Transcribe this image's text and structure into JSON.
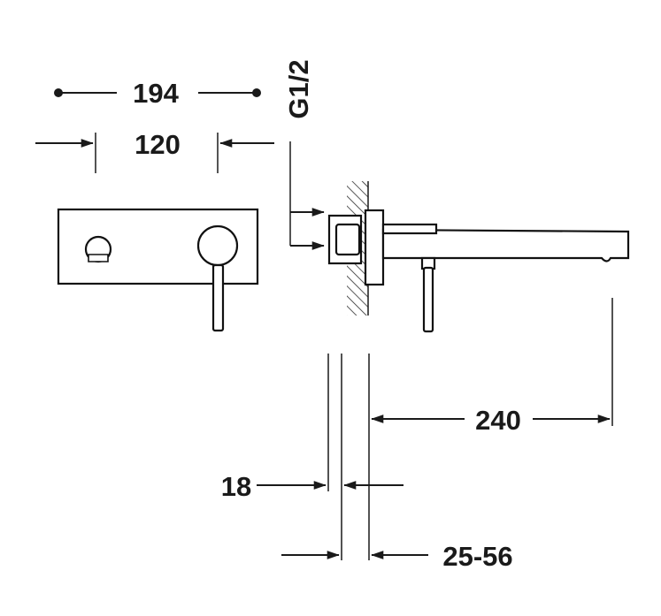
{
  "dimensions": {
    "total_width": "194",
    "center_distance": "120",
    "thread": "G1/2",
    "spout_length": "240",
    "plate_depth": "18",
    "wall_range": "25-56"
  },
  "colors": {
    "line": "#1a1a1a",
    "background": "#ffffff"
  }
}
